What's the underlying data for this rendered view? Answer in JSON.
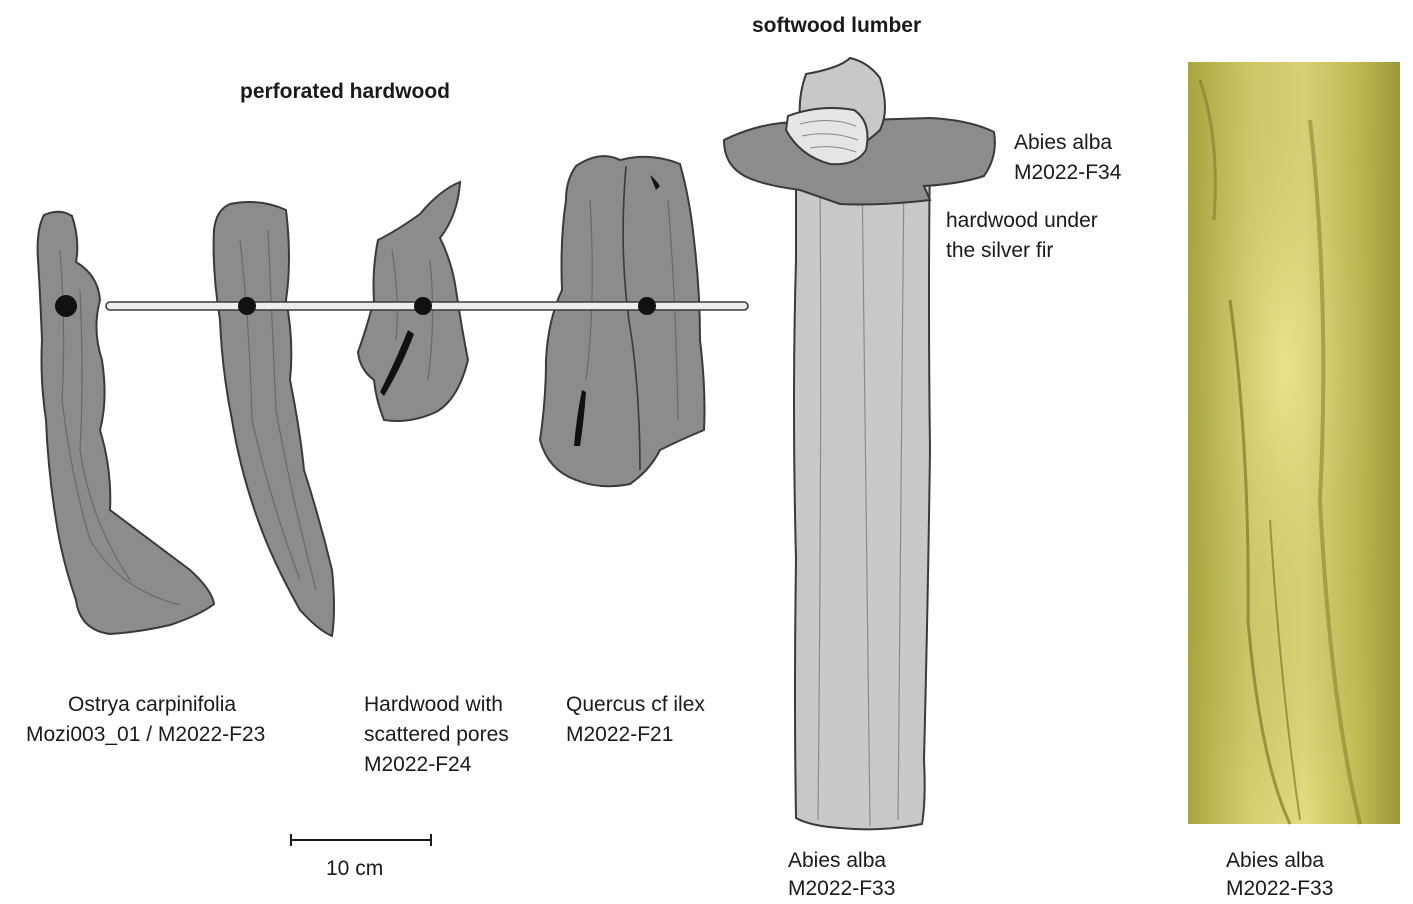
{
  "titles": {
    "perforated": "perforated hardwood",
    "softwood": "softwood lumber"
  },
  "specimens": {
    "ostrya": {
      "line1": "Ostrya carpinifolia",
      "line2": "Mozi003_01 / M2022-F23"
    },
    "hardwood_pores": {
      "line1": "Hardwood with",
      "line2": "scattered pores",
      "line3": "M2022-F24"
    },
    "quercus": {
      "line1": "Quercus cf ilex",
      "line2": "M2022-F21"
    },
    "abies_f34": {
      "line1": "Abies alba",
      "line2": "M2022-F34"
    },
    "hardwood_under": {
      "line1": "hardwood under",
      "line2": "the silver fir"
    },
    "abies_f33_drawing": {
      "line1": "Abies alba",
      "line2": "M2022-F33"
    },
    "abies_f33_photo": {
      "line1": "Abies alba",
      "line2": "M2022-F33"
    }
  },
  "scale_bar": {
    "label": "10 cm"
  },
  "colors": {
    "hardwood_fill": "#8c8c8c",
    "softwood_fill": "#c8c8c8",
    "outline": "#3a3a3a",
    "photo_base": "#c8c25a"
  }
}
